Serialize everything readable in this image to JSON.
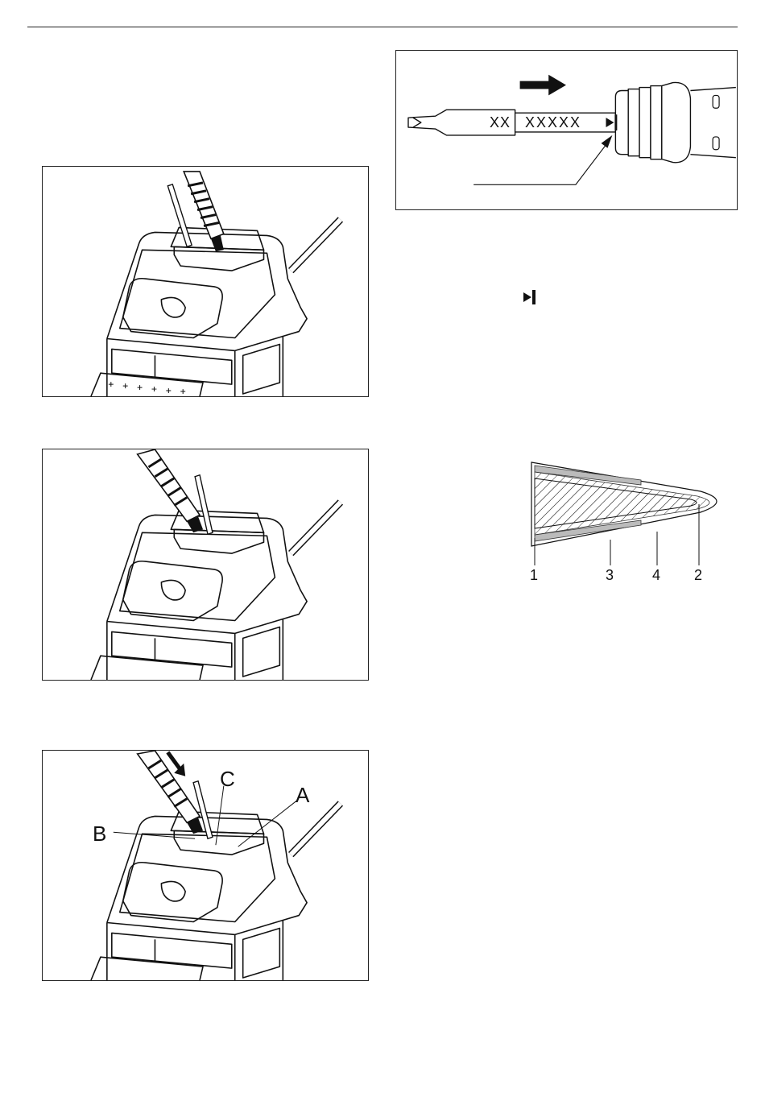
{
  "tip_figure": {
    "label_short": "XX",
    "label_long": "XXXXX"
  },
  "station_figure_3": {
    "callout_a": "A",
    "callout_b": "B",
    "callout_c": "C"
  },
  "cross_section": {
    "labels": [
      "1",
      "3",
      "4",
      "2"
    ]
  }
}
